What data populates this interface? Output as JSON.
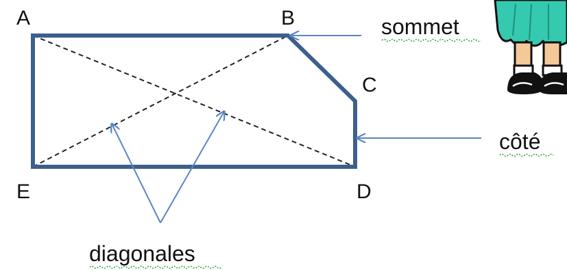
{
  "vertices": [
    "A",
    "B",
    "C",
    "D",
    "E"
  ],
  "labels": {
    "vertex": "sommet",
    "side": "côté",
    "diagonals": "diagonales"
  },
  "colors": {
    "shape": "#3d5f8c",
    "arrows": "#5b86c4",
    "diagonals": "#222222",
    "text": "#111111",
    "spellcheck": "#3aa63a",
    "girl_dress": "#35c9b0",
    "girl_skin": "#f5c89a"
  }
}
